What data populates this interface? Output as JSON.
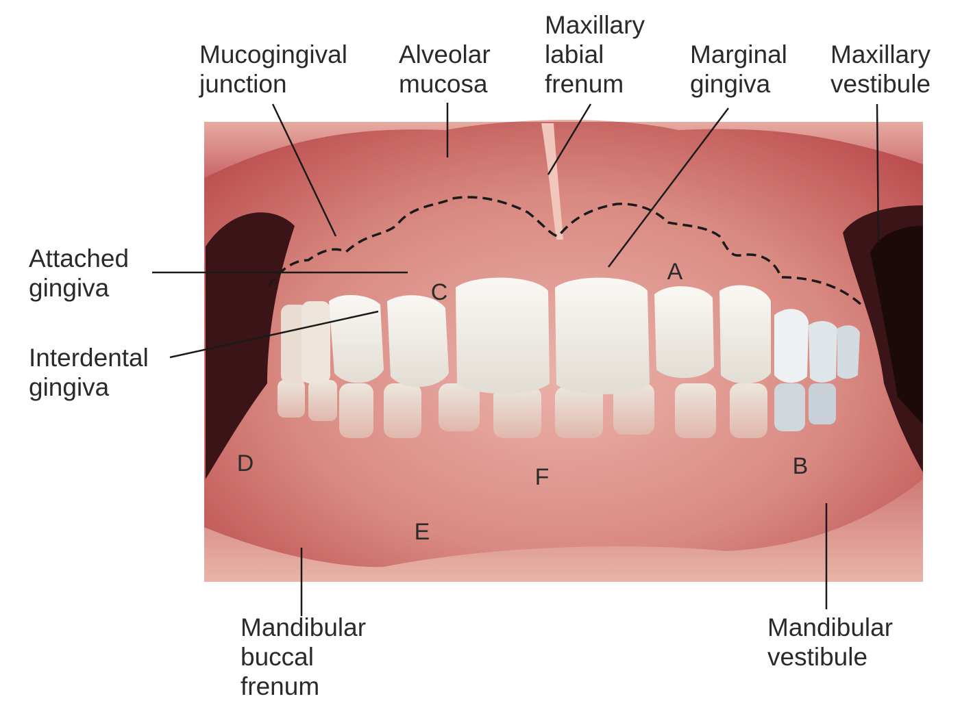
{
  "labels": {
    "mucogingival_junction": "Mucogingival\njunction",
    "alveolar_mucosa": "Alveolar\nmucosa",
    "maxillary_labial_frenum": "Maxillary\nlabial\nfrenum",
    "marginal_gingiva": "Marginal\ngingiva",
    "maxillary_vestibule": "Maxillary\nvestibule",
    "attached_gingiva": "Attached\ngingiva",
    "interdental_gingiva": "Interdental\ngingiva",
    "mandibular_buccal_frenum": "Mandibular\nbuccal\nfrenum",
    "mandibular_vestibule": "Mandibular\nvestibule"
  },
  "letters": {
    "a": "A",
    "b": "B",
    "c": "C",
    "d": "D",
    "e": "E",
    "f": "F"
  },
  "colors": {
    "gingiva": "#d98a82",
    "mucosa": "#b8484a",
    "teeth": "#f2eee8",
    "shadow": "#3a1416",
    "label_text": "#2a2a2a",
    "leader_line": "#1a1a1a"
  }
}
